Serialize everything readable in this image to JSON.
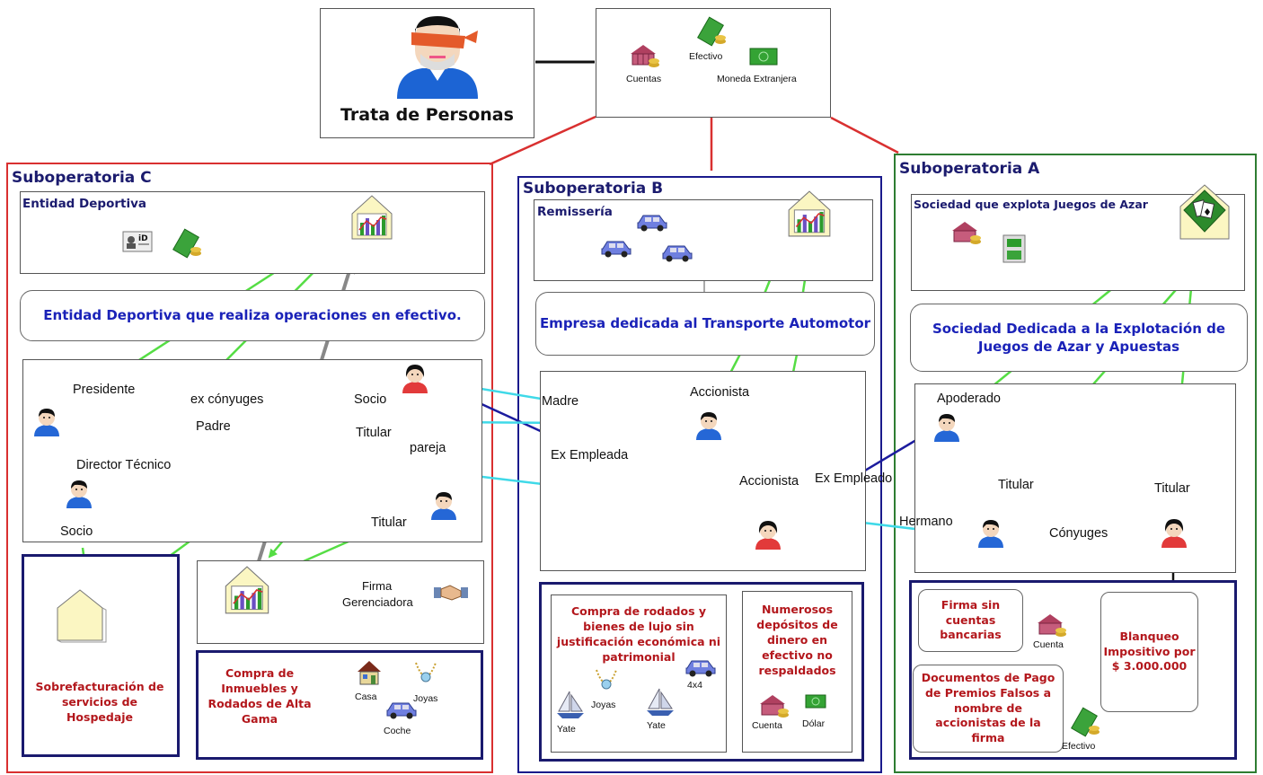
{
  "colors": {
    "red_border": "#d93030",
    "blue_border": "#1a1a8c",
    "green_border": "#2e7d32",
    "green_arrow": "#55dd44",
    "cyan_arrow": "#3fd9e8",
    "blue_arrow": "#1c1c9e",
    "gray_arrow": "#888888",
    "title_navy": "#1b1b6e",
    "body_blue": "#1a22b8",
    "dark_red": "#b3171c"
  },
  "top": {
    "title": "Trata de Personas",
    "assets": {
      "cuentas": "Cuentas",
      "efectivo": "Efectivo",
      "moneda": "Moneda Extranjera"
    }
  },
  "sub_c": {
    "title": "Suboperatoria C",
    "entity_title": "Entidad Deportiva",
    "description": "Entidad Deportiva que realiza operaciones en efectivo.",
    "roles": {
      "presidente": "Presidente",
      "ex_conyuges": "ex cónyuges",
      "socio_top": "Socio",
      "padre": "Padre",
      "titular_top": "Titular",
      "pareja": "pareja",
      "director": "Director Técnico",
      "titular_low": "Titular",
      "socio_left": "Socio"
    },
    "hospedaje": "Sobrefacturación de servicios de Hospedaje",
    "firma_1": "Firma",
    "firma_2": "Gerenciadora",
    "compra": "Compra de Inmuebles y Rodados de Alta Gama",
    "casa": "Casa",
    "joyas": "Joyas",
    "coche": "Coche"
  },
  "sub_b": {
    "title": "Suboperatoria B",
    "entity_title": "Remissería",
    "description": "Empresa dedicada al Transporte Automotor",
    "roles": {
      "madre": "Madre",
      "accionista_top": "Accionista",
      "ex_empleada": "Ex Empleada",
      "accionista_low": "Accionista"
    },
    "compra": "Compra de rodados y bienes de lujo sin justificación económica ni patrimonial",
    "joyas": "Joyas",
    "yate1": "Yate",
    "yate2": "Yate",
    "x4": "4x4",
    "depositos": "Numerosos depósitos de dinero en efectivo no respaldados",
    "cuenta": "Cuenta",
    "dolar": "Dólar"
  },
  "sub_a": {
    "title": "Suboperatoria A",
    "entity_title": "Sociedad que explota Juegos de Azar",
    "description": "Sociedad Dedicada a la Explotación de Juegos de Azar y Apuestas",
    "roles": {
      "apoderado": "Apoderado",
      "ex_empleado": "Ex Empleado",
      "titular_left": "Titular",
      "titular_right": "Titular",
      "hermano": "Hermano",
      "conyuges": "Cónyuges"
    },
    "firma_sin": "Firma sin cuentas bancarias",
    "cuenta": "Cuenta",
    "blanqueo": "Blanqueo Impositivo por $ 3.000.000",
    "documentos": "Documentos de Pago de Premios Falsos a nombre de accionistas de la firma",
    "efectivo": "Efectivo"
  }
}
